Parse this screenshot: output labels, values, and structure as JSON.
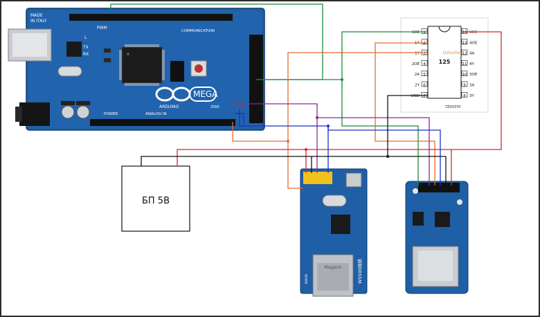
{
  "arduino": {
    "made_in": "MADE",
    "in_italy": "IN ITALY",
    "communication": "COMMUNICATION",
    "pwm": "PWM",
    "mega": "MEGA",
    "model": "2560",
    "brand": "ARDUINO",
    "power": "POWER",
    "analog_in": "ANALOG IN",
    "tx": "TX",
    "rx": "RX",
    "l": "L"
  },
  "psu": {
    "label": "БП 5В"
  },
  "ic": {
    "name": "125",
    "code": "7Z03370",
    "watermark": "Datasheet",
    "pins_left": [
      "1OE",
      "1A",
      "1Y",
      "2OE",
      "2A",
      "2Y",
      "GND"
    ],
    "pins_right": [
      "VCC",
      "4OE",
      "4A",
      "4Y",
      "3OE",
      "3A",
      "3Y"
    ],
    "pin_numbers_left": [
      "1",
      "2",
      "3",
      "4",
      "5",
      "6",
      "7"
    ],
    "pin_numbers_right": [
      "14",
      "13",
      "12",
      "11",
      "10",
      "9",
      "8"
    ]
  },
  "ethernet": {
    "label": "W5500网络",
    "jack_text": "MagJack",
    "rev": "MAPUS"
  },
  "colors": {
    "board": "#1f5fa6",
    "green": "#1a8a3a",
    "orange": "#e8692a",
    "red": "#d42828",
    "purple": "#8a2b8a",
    "blue": "#1c2fc8",
    "black": "#111111",
    "header_yellow": "#f2c21a"
  }
}
